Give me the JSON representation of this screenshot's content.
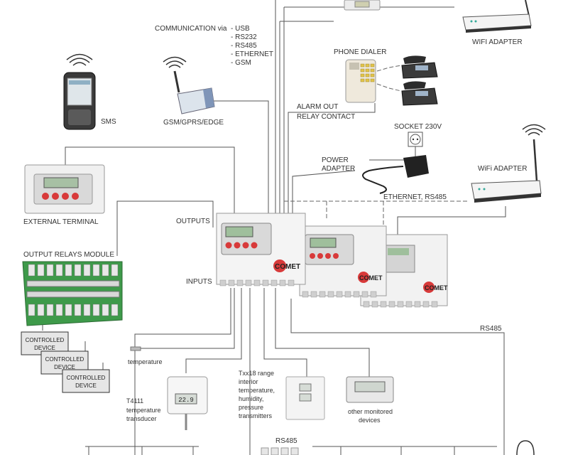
{
  "labels": {
    "communication_via": "COMMUNICATION via",
    "comm_options": [
      "- USB",
      "- RS232",
      "- RS485",
      "- ETHERNET",
      "- GSM"
    ],
    "wifi_adapter_top": "WIFI ADAPTER",
    "phone_dialer": "PHONE DIALER",
    "sms": "SMS",
    "gsm": "GSM/GPRS/EDGE",
    "alarm_out": "ALARM OUT",
    "relay_contact": "RELAY CONTACT",
    "socket": "SOCKET 230V",
    "power_adapter_1": "POWER",
    "power_adapter_2": "ADAPTER",
    "wifi_adapter_right": "WiFi ADAPTER",
    "ethernet": "ETHERNET, RS485",
    "external_terminal": "EXTERNAL TERMINAL",
    "outputs": "OUTPUTS",
    "inputs": "INPUTS",
    "output_relays": "OUTPUT RELAYS MODULE",
    "controlled_device_1": "CONTROLLED",
    "controlled_device_2": "DEVICE",
    "rs485_right": "RS485",
    "temperature": "temperature",
    "t4111_1": "T4111",
    "t4111_2": "temperature",
    "t4111_3": "transducer",
    "txx18_1": "Txx18 range",
    "txx18_2": "interior",
    "txx18_3": "temperature,",
    "txx18_4": "humidity,",
    "txx18_5": "pressure",
    "txx18_6": "transmitters",
    "other_1": "other monitored",
    "other_2": "devices",
    "rs485_bottom": "RS485",
    "lcd_value": "22.9",
    "brand": "COMET"
  }
}
